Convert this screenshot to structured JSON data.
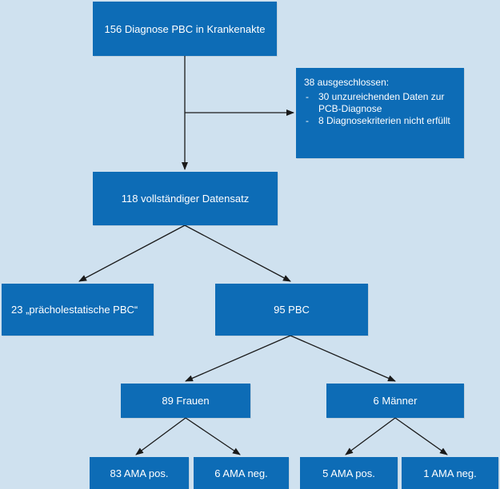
{
  "nodes": {
    "total": "156 Diagnose PBC in Krankenakte",
    "excluded": {
      "title": "38 ausgeschlossen:",
      "items": [
        "30 unzureichenden Daten zur PCB-Diagnose",
        "8 Diagnosekriterien nicht erfüllt"
      ]
    },
    "complete": "118 vollständiger Datensatz",
    "precholestatic": "23 „prächolestatische PBC“",
    "pbc": "95 PBC",
    "women": "89 Frauen",
    "men": "6 Männer",
    "women_ama_pos": "83 AMA pos.",
    "women_ama_neg": "6 AMA neg.",
    "men_ama_pos": "5 AMA pos.",
    "men_ama_neg": "1 AMA neg."
  },
  "colors": {
    "background": "#cfe1ef",
    "box": "#0d6cb6",
    "text": "#ffffff",
    "line": "#1a1a1a"
  }
}
